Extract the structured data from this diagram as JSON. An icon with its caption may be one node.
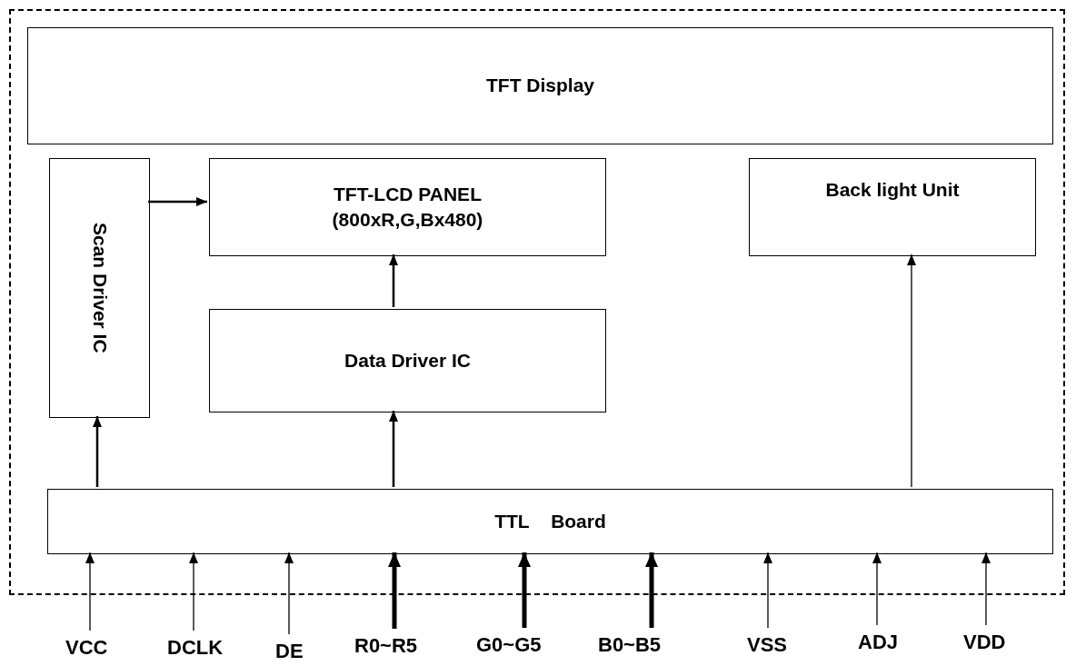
{
  "diagram": {
    "nodes": [
      {
        "text": [],
        "shape": "box"
      },
      {
        "text": [
          "TFT Display"
        ],
        "in": 0
      },
      {
        "text": [
          "Scan Driver IC"
        ],
        "in": 0
      },
      {
        "text": [
          "TFT-LCD PANEL (800xR,G,Bx480)"
        ],
        "in": 0
      },
      {
        "text": [
          "Back light Unit"
        ],
        "in": 0
      },
      {
        "text": [
          "Data Driver IC"
        ],
        "in": 0
      },
      {
        "text": [
          "TTL Board"
        ],
        "in": 0
      },
      {
        "text": [
          "VCC"
        ]
      },
      {
        "text": [
          "DCLK"
        ]
      },
      {
        "text": [
          "DE"
        ]
      },
      {
        "text": [
          "R0~R5"
        ]
      },
      {
        "text": [
          "G0~G5"
        ]
      },
      {
        "text": [
          "B0~B5"
        ]
      },
      {
        "text": [
          "VSS"
        ]
      },
      {
        "text": [
          "ADJ"
        ]
      },
      {
        "text": [
          "VDD"
        ]
      }
    ],
    "edges": [
      {
        "from": 2,
        "to": 3,
        "arrow": "to"
      },
      {
        "from": 5,
        "to": 3,
        "arrow": "to"
      },
      {
        "from": 6,
        "to": 2,
        "arrow": "to"
      },
      {
        "from": 6,
        "to": 5,
        "arrow": "to"
      },
      {
        "from": 6,
        "to": 4,
        "arrow": "to"
      },
      {
        "from": 7,
        "to": 6,
        "arrow": "to"
      },
      {
        "from": 8,
        "to": 6,
        "arrow": "to"
      },
      {
        "from": 9,
        "to": 6,
        "arrow": "to"
      },
      {
        "from": 10,
        "to": 6,
        "arrow": "to",
        "style": "thick"
      },
      {
        "from": 11,
        "to": 6,
        "arrow": "to",
        "style": "thick"
      },
      {
        "from": 12,
        "to": 6,
        "arrow": "to",
        "style": "thick"
      },
      {
        "from": 13,
        "to": 6,
        "arrow": "to"
      },
      {
        "from": 14,
        "to": 6,
        "arrow": "to"
      },
      {
        "from": 15,
        "to": 6,
        "arrow": "to"
      }
    ]
  }
}
